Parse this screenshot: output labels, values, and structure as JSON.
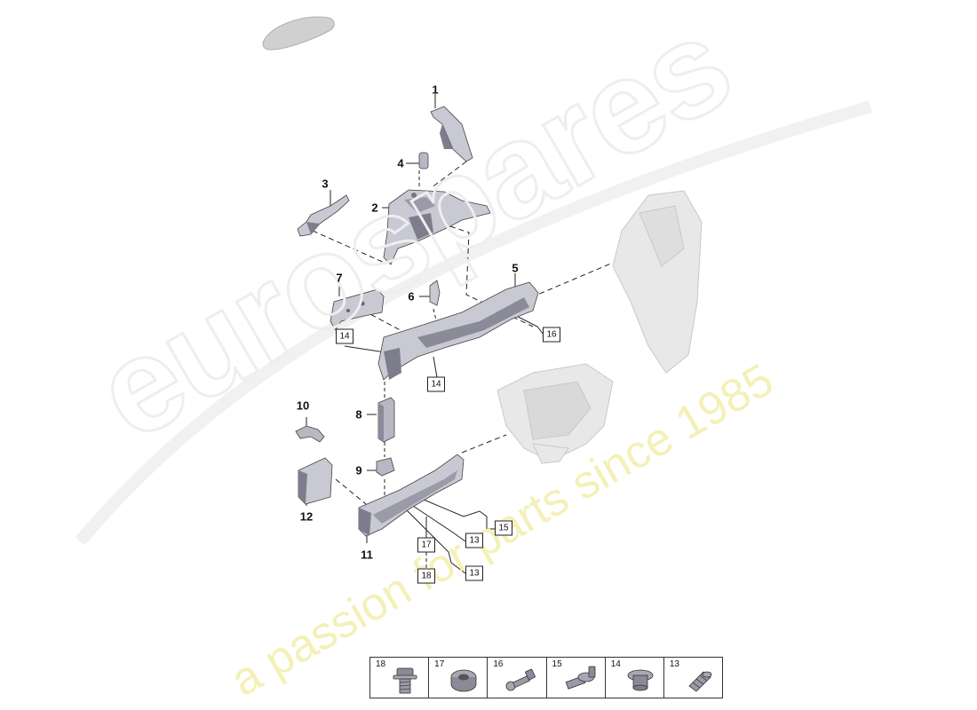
{
  "watermark": {
    "brand": "eurospares",
    "slogan": "a passion for parts since 1985"
  },
  "callouts": {
    "c1": "1",
    "c2": "2",
    "c3": "3",
    "c4": "4",
    "c5": "5",
    "c6": "6",
    "c7": "7",
    "c8": "8",
    "c9": "9",
    "c10": "10",
    "c11": "11",
    "c12": "12"
  },
  "boxed_refs": {
    "b16": "16",
    "b14a": "14",
    "b14b": "14",
    "b15": "15",
    "b13a": "13",
    "b13b": "13",
    "b17": "17",
    "b18": "18"
  },
  "legend": [
    {
      "number": "18",
      "icon": "flange-bolt-icon"
    },
    {
      "number": "17",
      "icon": "nut-icon"
    },
    {
      "number": "16",
      "icon": "ball-stud-icon"
    },
    {
      "number": "15",
      "icon": "stud-icon"
    },
    {
      "number": "14",
      "icon": "flange-nut-icon"
    },
    {
      "number": "13",
      "icon": "threaded-insert-icon"
    }
  ],
  "colors": {
    "part_fill": "#c9c9d3",
    "part_dark": "#7d7d8d",
    "ghost_fill": "#e6e6e6",
    "line": "#222222",
    "watermark_slogan": "#f4f0b8"
  }
}
